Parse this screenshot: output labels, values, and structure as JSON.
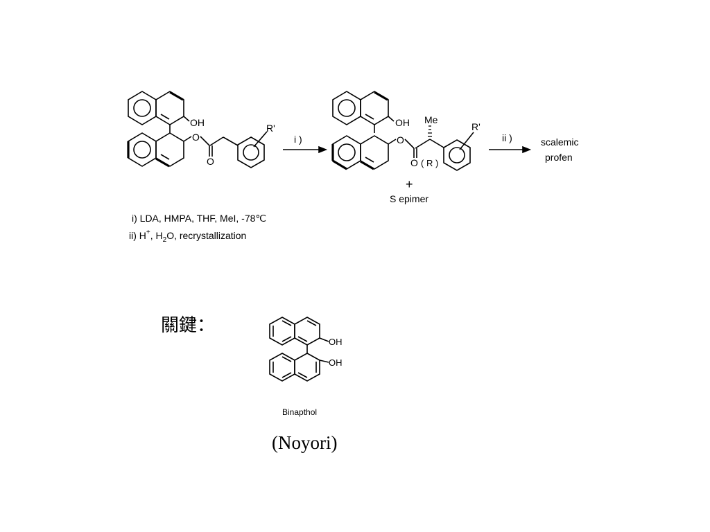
{
  "reaction": {
    "reactant": {
      "oh_label": "OH",
      "o_ester": "O",
      "o_carbonyl": "O",
      "r_group": "R'"
    },
    "product": {
      "oh_label": "OH",
      "o_ester": "O",
      "o_carbonyl": "O",
      "me_label": "Me",
      "r_group": "R'",
      "config": "( R )"
    },
    "step1_label": "i )",
    "step2_label": "ii )",
    "plus": "+",
    "epimer": "S  epimer",
    "final_product_line1": "scalemic",
    "final_product_line2": "profen",
    "conditions_i": "i) LDA, HMPA, THF, MeI, -78℃",
    "conditions_ii_pre": "ii) H",
    "conditions_ii_sup": "+",
    "conditions_ii_mid": ", H",
    "conditions_ii_sub": "2",
    "conditions_ii_post": "O, recrystallization"
  },
  "key": {
    "label": "關鍵：",
    "oh_top": "OH",
    "oh_bottom": "OH",
    "compound_name": "Binapthol",
    "attribution": "(Noyori)"
  }
}
